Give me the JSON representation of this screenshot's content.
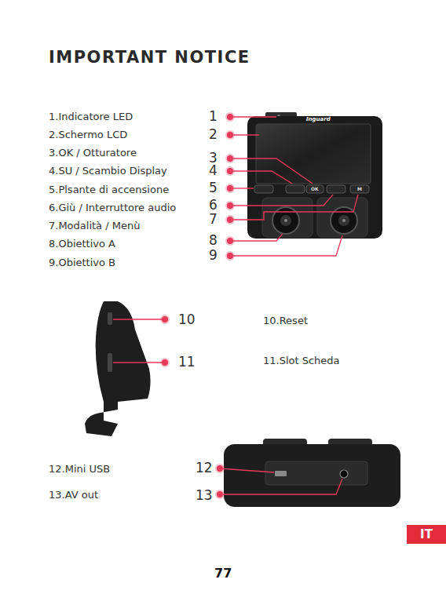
{
  "diagram": {
    "title": "IMPORTANT NOTICE",
    "nodes": [
      {
        "text": [
          "IT"
        ]
      }
    ],
    "labels": [
      "1.Indicatore LED",
      "2.Schermo LCD",
      "3.OK / Otturatore",
      "4.SU / Scambio Display",
      "5.Plsante di accensione",
      "6.Giù / Interruttore audio",
      "7.Modalità / Menù",
      "8.Obiettivo A",
      "9.Obiettivo B",
      "1",
      "2",
      "3",
      "4",
      "5",
      "6",
      "7",
      "8",
      "9",
      "OK",
      "M",
      "10",
      "11",
      "10.Reset",
      "11.Slot Scheda",
      "12.Mini USB",
      "13.AV out",
      "12",
      "13",
      "77",
      "Inguard"
    ]
  }
}
